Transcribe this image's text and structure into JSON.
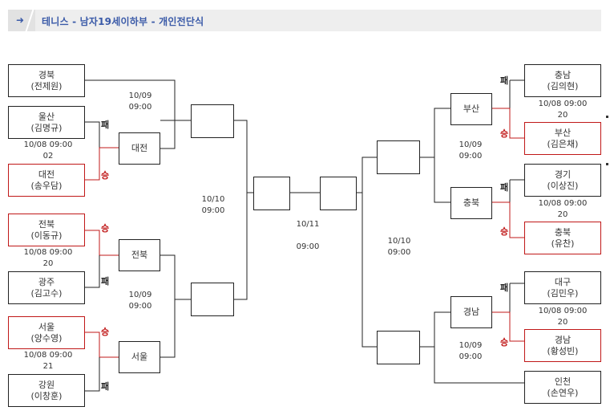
{
  "header": {
    "title": "테니스 - 남자19세이하부 - 개인전단식",
    "arrow": "➜"
  },
  "left": {
    "players": [
      {
        "team": "경북",
        "name": "(전제원)"
      },
      {
        "team": "울산",
        "name": "(김명규)",
        "result": "패"
      },
      {
        "team": "대전",
        "name": "(송우담)",
        "result": "승"
      },
      {
        "team": "전북",
        "name": "(이동규)",
        "result": "승"
      },
      {
        "team": "광주",
        "name": "(김고수)",
        "result": "패"
      },
      {
        "team": "서울",
        "name": "(양수영)",
        "result": "승"
      },
      {
        "team": "강원",
        "name": "(이창훈)",
        "result": "패"
      }
    ],
    "r1": [
      {
        "date": "10/08 09:00",
        "score": "02"
      },
      {
        "date": "10/08 09:00",
        "score": "20"
      },
      {
        "date": "10/08 09:00",
        "score": "21"
      }
    ],
    "r2_teams": [
      "대전",
      "전북",
      "서울"
    ],
    "r2_dates": [
      {
        "date": "10/09",
        "time": "09:00"
      },
      {
        "date": "10/09",
        "time": "09:00"
      }
    ],
    "r3_date": {
      "date": "10/10",
      "time": "09:00"
    }
  },
  "final": {
    "date": "10/11",
    "time": "09:00"
  },
  "right": {
    "players": [
      {
        "team": "충남",
        "name": "(김의현)",
        "result": "패"
      },
      {
        "team": "부산",
        "name": "(김은채)",
        "result": "승"
      },
      {
        "team": "경기",
        "name": "(이상진)",
        "result": "패"
      },
      {
        "team": "충북",
        "name": "(유찬)",
        "result": "승"
      },
      {
        "team": "대구",
        "name": "(김민우)",
        "result": "패"
      },
      {
        "team": "경남",
        "name": "(황성빈)",
        "result": "승"
      },
      {
        "team": "인천",
        "name": "(손연우)"
      }
    ],
    "r1": [
      {
        "date": "10/08 09:00",
        "score": "20"
      },
      {
        "date": "10/08 09:00",
        "score": "20"
      },
      {
        "date": "10/08 09:00",
        "score": "20"
      }
    ],
    "r2_teams": [
      "부산",
      "충북",
      "경남"
    ],
    "r2_dates": [
      {
        "date": "10/09",
        "time": "09:00"
      },
      {
        "date": "10/09",
        "time": "09:00"
      }
    ],
    "r3_date": {
      "date": "10/10",
      "time": "09:00"
    }
  }
}
